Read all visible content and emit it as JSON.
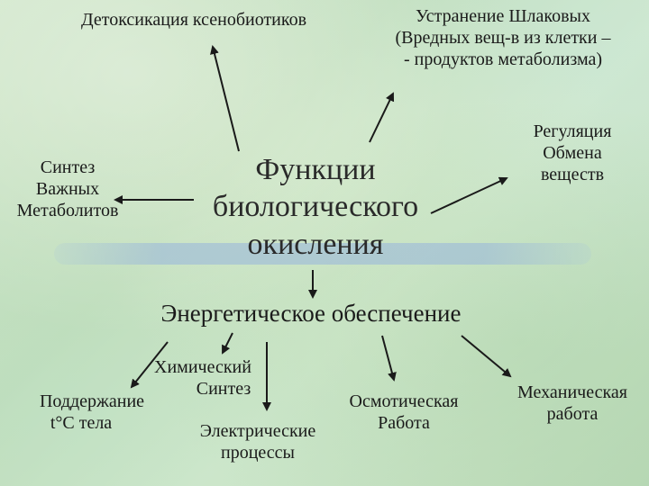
{
  "center_title": {
    "line1": "Функции",
    "line2": "биологического",
    "line3": "окисления"
  },
  "top_left": {
    "text": "Детоксикация ксенобиотиков"
  },
  "top_right": {
    "line1": "Устранение Шлаковых",
    "line2": "(Вредных вещ-в из клетки –",
    "line3": "- продуктов метаболизма)"
  },
  "left": {
    "line1": "Синтез",
    "line2": "Важных",
    "line3": "Метаболитов"
  },
  "right": {
    "line1": "Регуляция",
    "line2": "Обмена",
    "line3": "веществ"
  },
  "energy": {
    "text": "Энергетическое обеспечение"
  },
  "sub": {
    "temp": {
      "line1": "Поддержание",
      "line2": "t°C тела"
    },
    "chem": {
      "line1": "Химический",
      "line2": "Синтез"
    },
    "elec": {
      "line1": "Электрические",
      "line2": "процессы"
    },
    "osm": {
      "line1": "Осмотическая",
      "line2": "Работа"
    },
    "mech": {
      "line1": "Механическая",
      "line2": "работа"
    }
  },
  "colors": {
    "text": "#1a1a1a",
    "arrow": "#1a1a1a"
  }
}
